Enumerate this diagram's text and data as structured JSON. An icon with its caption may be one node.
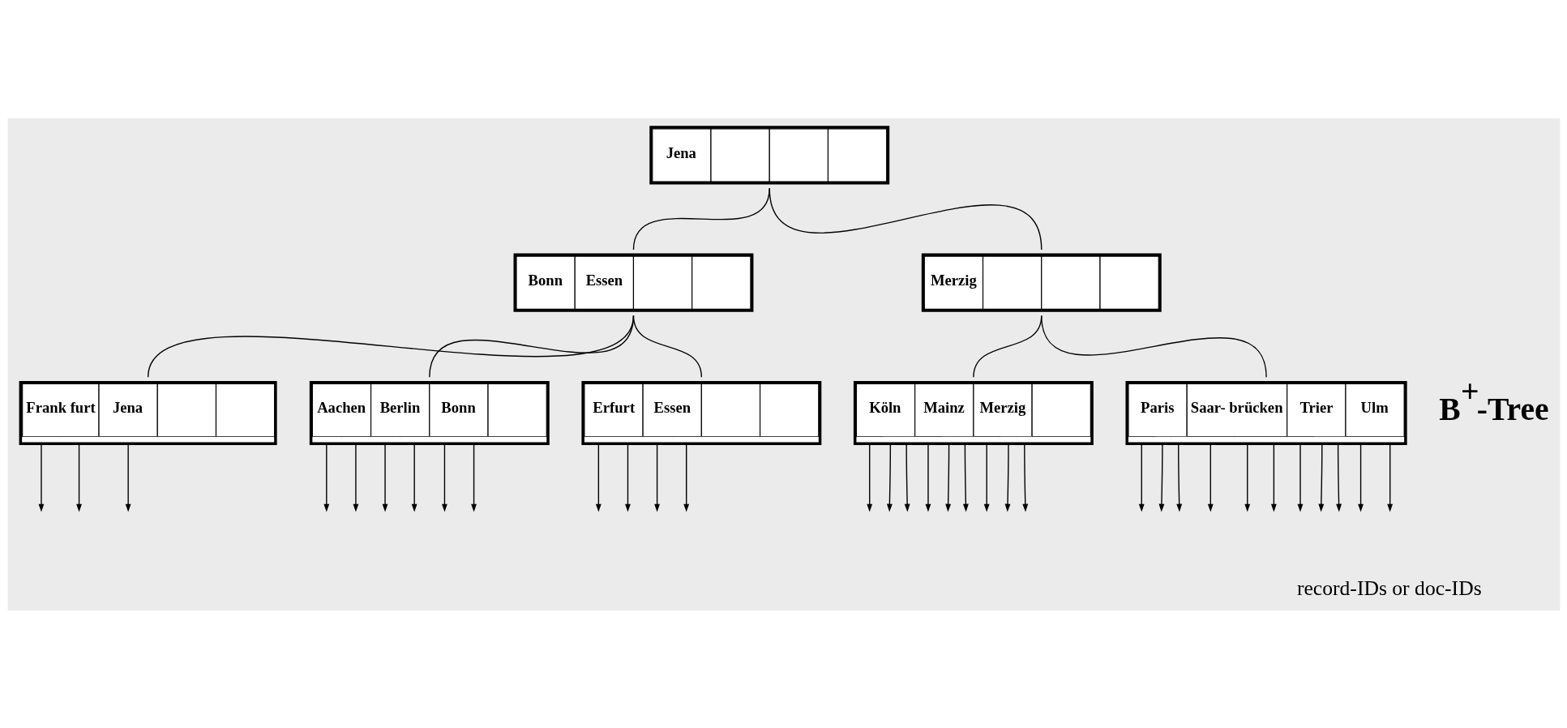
{
  "diagram": {
    "nodes": [
      {
        "text": [
          "Jena"
        ]
      },
      {
        "text": [
          "Bonn",
          "Essen"
        ]
      },
      {
        "text": [
          "Merzig"
        ]
      },
      {
        "text": [
          "Frank furt",
          "Jena"
        ]
      },
      {
        "text": [
          "Aachen",
          "Berlin",
          "Bonn"
        ]
      },
      {
        "text": [
          "Erfurt",
          "Essen"
        ]
      },
      {
        "text": [
          "Köln",
          "Mainz",
          "Merzig"
        ]
      },
      {
        "text": [
          "Paris",
          "Saar- brücken",
          "Trier",
          "Ulm"
        ]
      }
    ],
    "edges": [
      {
        "from": 0,
        "to": 1,
        "arrow": "none"
      },
      {
        "from": 0,
        "to": 2,
        "arrow": "none"
      },
      {
        "from": 1,
        "to": 4,
        "arrow": "none"
      },
      {
        "from": 1,
        "to": 5,
        "arrow": "none"
      },
      {
        "from": 1,
        "to": 3,
        "arrow": "none"
      },
      {
        "from": 2,
        "to": 6,
        "arrow": "none"
      },
      {
        "from": 2,
        "to": 7,
        "arrow": "none"
      },
      {
        "from": 4,
        "to": null,
        "arrow": "to"
      },
      {
        "from": 4,
        "to": null,
        "arrow": "to"
      },
      {
        "from": 4,
        "to": null,
        "arrow": "to"
      },
      {
        "from": 4,
        "to": null,
        "arrow": "to"
      },
      {
        "from": 4,
        "to": null,
        "arrow": "to"
      },
      {
        "from": 4,
        "to": null,
        "arrow": "to"
      },
      {
        "from": 5,
        "to": null,
        "arrow": "to"
      },
      {
        "from": 5,
        "to": null,
        "arrow": "to"
      },
      {
        "from": 5,
        "to": null,
        "arrow": "to"
      },
      {
        "from": 5,
        "to": null,
        "arrow": "to"
      },
      {
        "from": 3,
        "to": null,
        "arrow": "to"
      },
      {
        "from": 3,
        "to": null,
        "arrow": "to"
      },
      {
        "from": 3,
        "to": null,
        "arrow": "to"
      },
      {
        "from": 6,
        "to": null,
        "arrow": "to"
      },
      {
        "from": 6,
        "to": null,
        "arrow": "to"
      },
      {
        "from": 6,
        "to": null,
        "arrow": "to"
      },
      {
        "from": 6,
        "to": null,
        "arrow": "to"
      },
      {
        "from": 6,
        "to": null,
        "arrow": "to"
      },
      {
        "from": 6,
        "to": null,
        "arrow": "to"
      },
      {
        "from": 6,
        "to": null,
        "arrow": "to"
      },
      {
        "from": 6,
        "to": null,
        "arrow": "to"
      },
      {
        "from": 6,
        "to": null,
        "arrow": "to"
      },
      {
        "from": 7,
        "to": null,
        "arrow": "to"
      },
      {
        "from": 7,
        "to": null,
        "arrow": "to"
      },
      {
        "from": 7,
        "to": null,
        "arrow": "to"
      },
      {
        "from": 7,
        "to": null,
        "arrow": "to"
      },
      {
        "from": 7,
        "to": null,
        "arrow": "to"
      },
      {
        "from": 7,
        "to": null,
        "arrow": "to"
      },
      {
        "from": 7,
        "to": null,
        "arrow": "to"
      },
      {
        "from": 7,
        "to": null,
        "arrow": "to"
      },
      {
        "from": 7,
        "to": null,
        "arrow": "to"
      },
      {
        "from": 7,
        "to": null,
        "arrow": "to"
      },
      {
        "from": 7,
        "to": null,
        "arrow": "to"
      }
    ],
    "labels": [
      "B$^{+}$-Tree",
      "record-IDs or doc-IDs"
    ]
  }
}
